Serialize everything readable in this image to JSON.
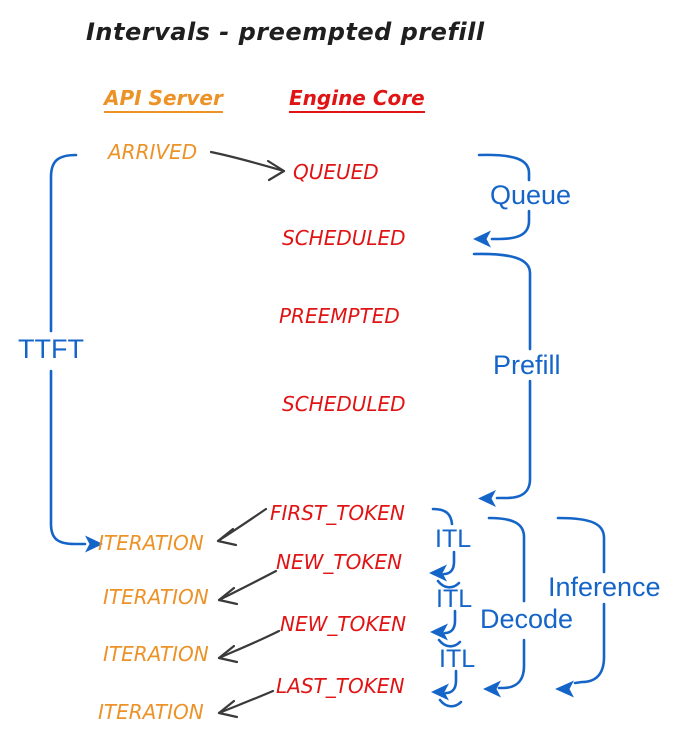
{
  "title": "Intervals - preempted prefill",
  "colors": {
    "orange": "#EC9227",
    "red": "#E01414",
    "blue": "#1565C8",
    "ink": "#1F1F1F",
    "arrow": "#3A3A3A",
    "background": "#FFFFFF"
  },
  "columns": {
    "api_server": "API Server",
    "engine_core": "Engine Core"
  },
  "events": {
    "arrived": "ARRIVED",
    "queued": "QUEUED",
    "scheduled_1": "SCHEDULED",
    "preempted": "PREEMPTED",
    "scheduled_2": "SCHEDULED",
    "first_token": "FIRST_TOKEN",
    "new_token_1": "NEW_TOKEN",
    "new_token_2": "NEW_TOKEN",
    "last_token": "LAST_TOKEN",
    "iteration_1": "ITERATION",
    "iteration_2": "ITERATION",
    "iteration_3": "ITERATION",
    "iteration_4": "ITERATION"
  },
  "intervals": {
    "ttft": "TTFT",
    "queue": "Queue",
    "prefill": "Prefill",
    "itl_1": "ITL",
    "itl_2": "ITL",
    "itl_3": "ITL",
    "decode": "Decode",
    "inference": "Inference"
  }
}
